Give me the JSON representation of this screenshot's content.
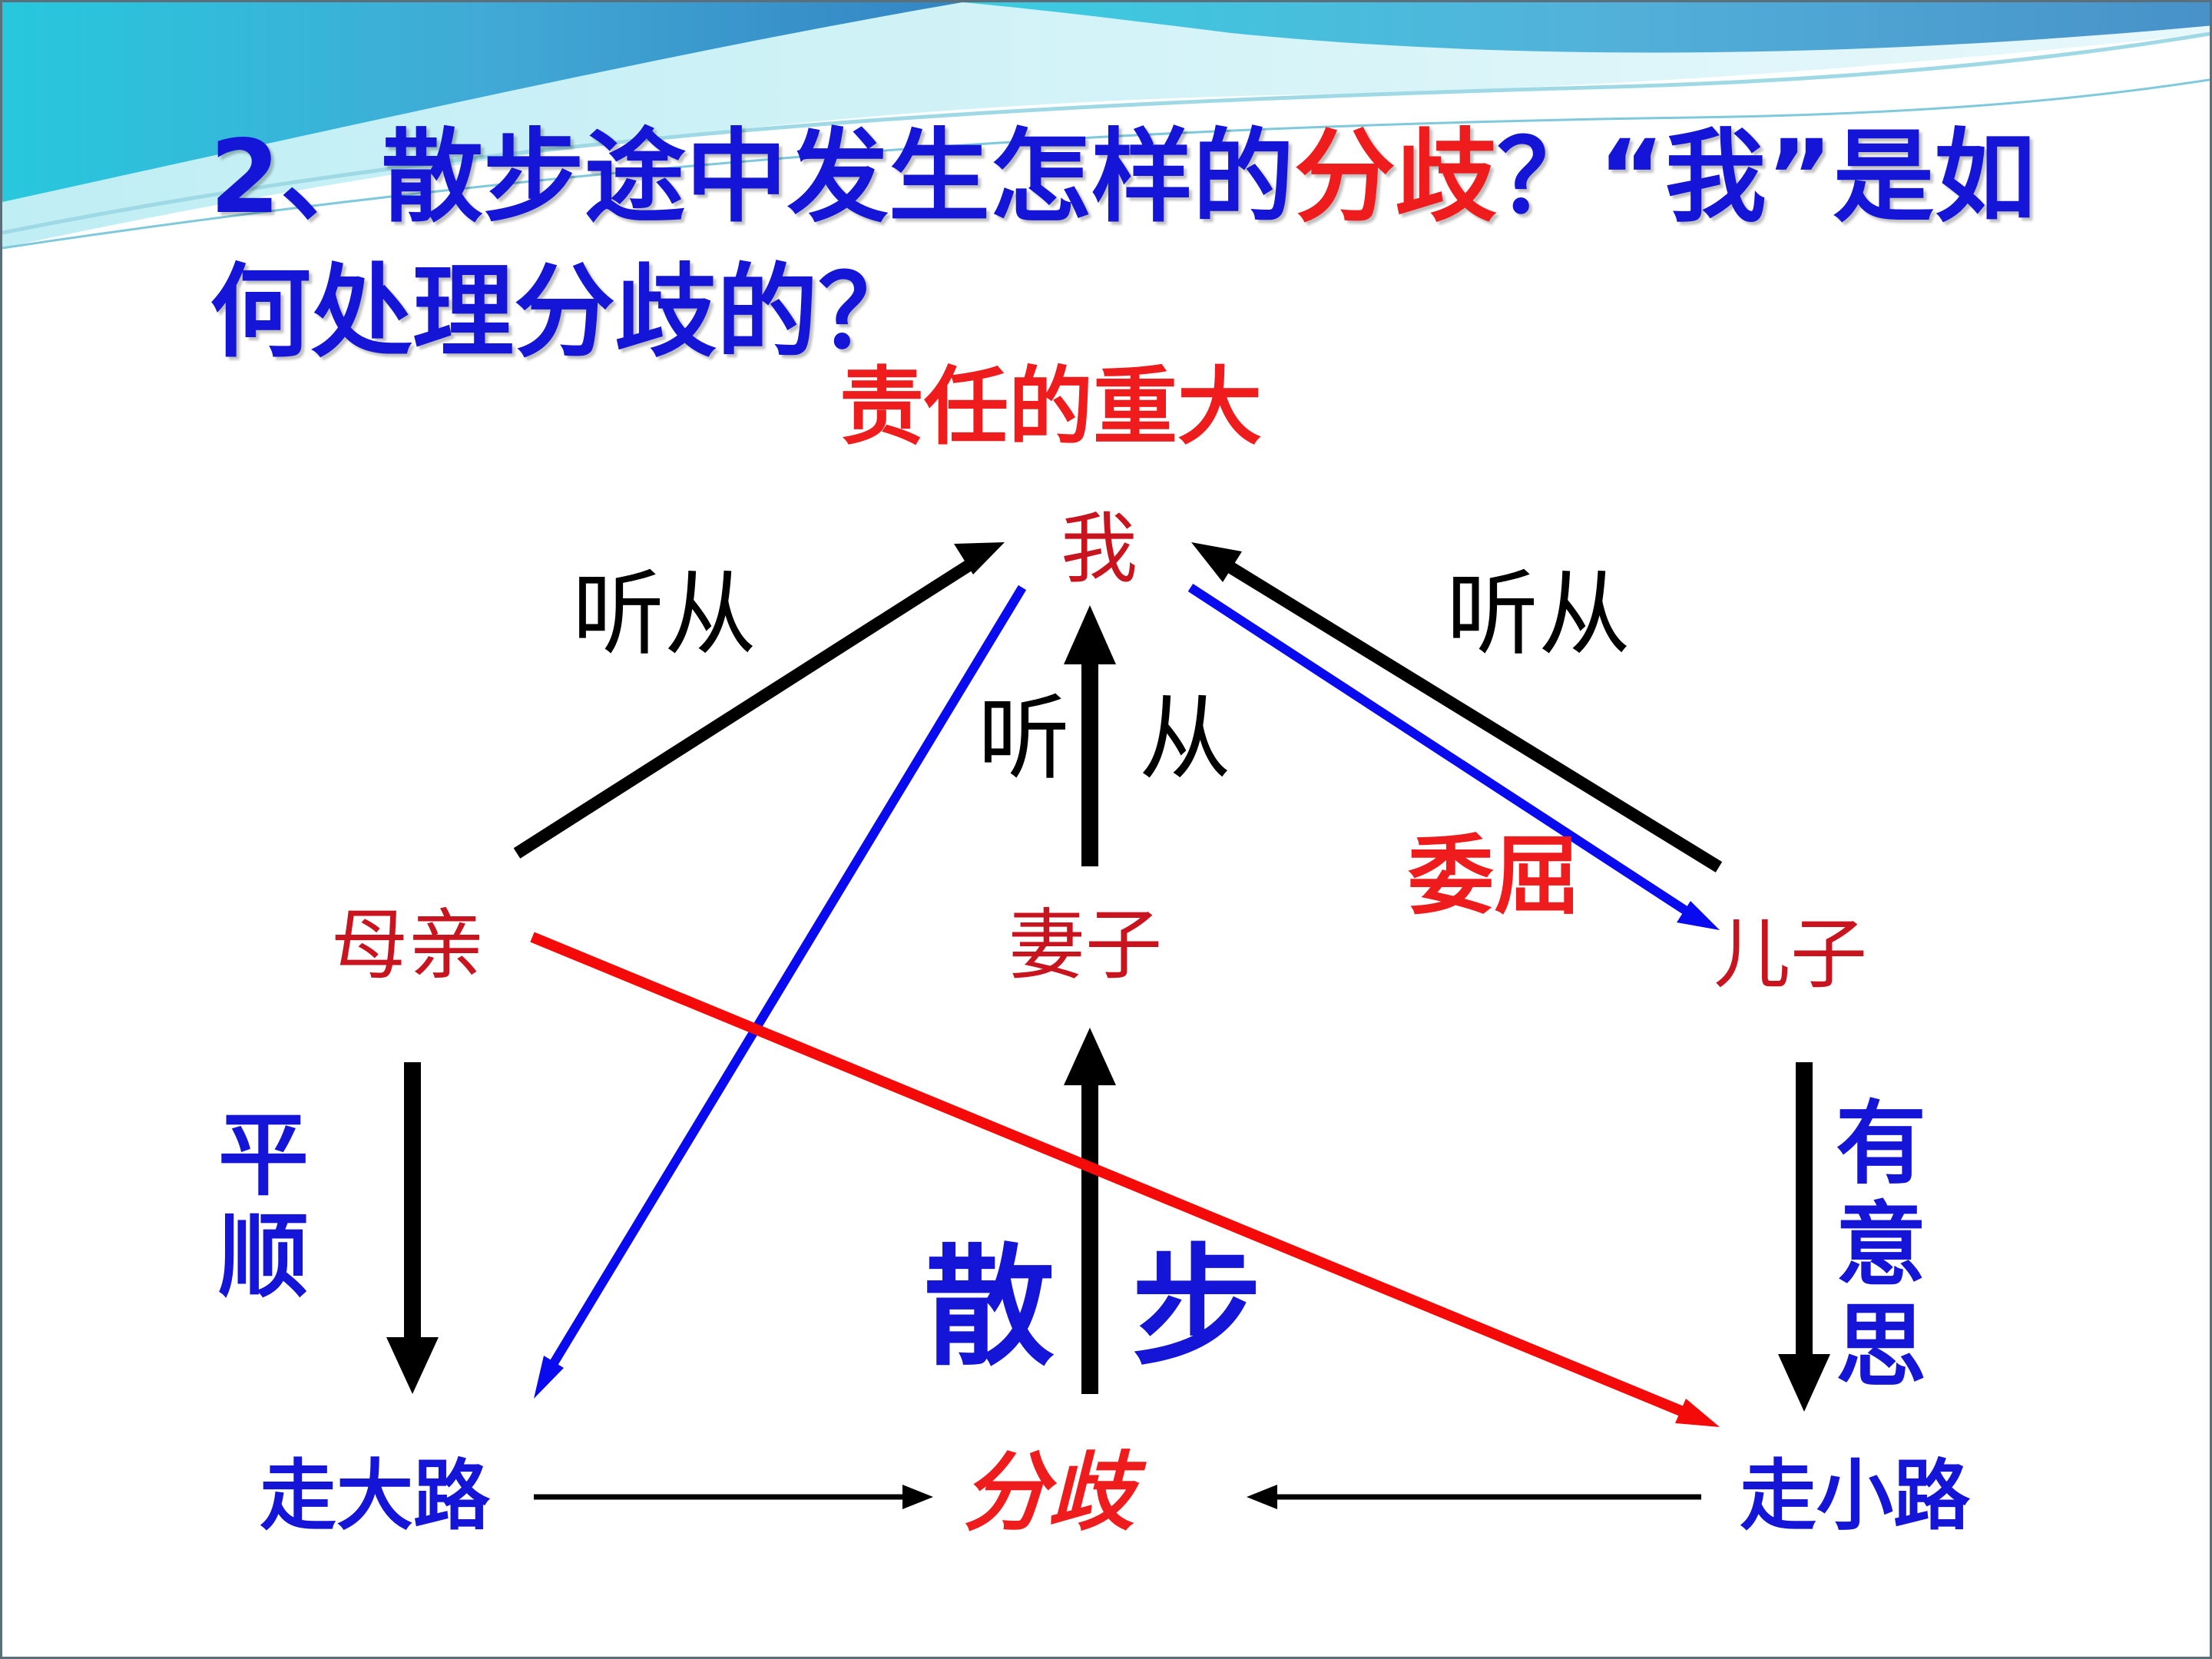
{
  "title": {
    "part1": "2、散步途中发生怎样的",
    "highlight": "分歧",
    "part2": "？“我”是如何处理分歧的？"
  },
  "diagram": {
    "responsibility": "责任的重大",
    "me": "我",
    "mother": "母亲",
    "wife": "妻子",
    "son": "儿子",
    "big_road": "走大路",
    "small_road": "走小路",
    "divergence": "分歧",
    "obey_left": "听从",
    "obey_right": "听从",
    "obey_center_1": "听",
    "obey_center_2": "从",
    "wronged": "委屈",
    "smooth": "平顺",
    "interesting": "有意思",
    "walk_1": "散",
    "walk_2": "步"
  },
  "colors": {
    "title_blue": "#1515d8",
    "title_highlight": "#ee1c1c",
    "node_red": "#c8141e",
    "arrow_black": "#000000",
    "arrow_blue": "#0a0aee",
    "arrow_red": "#f50a0a"
  }
}
